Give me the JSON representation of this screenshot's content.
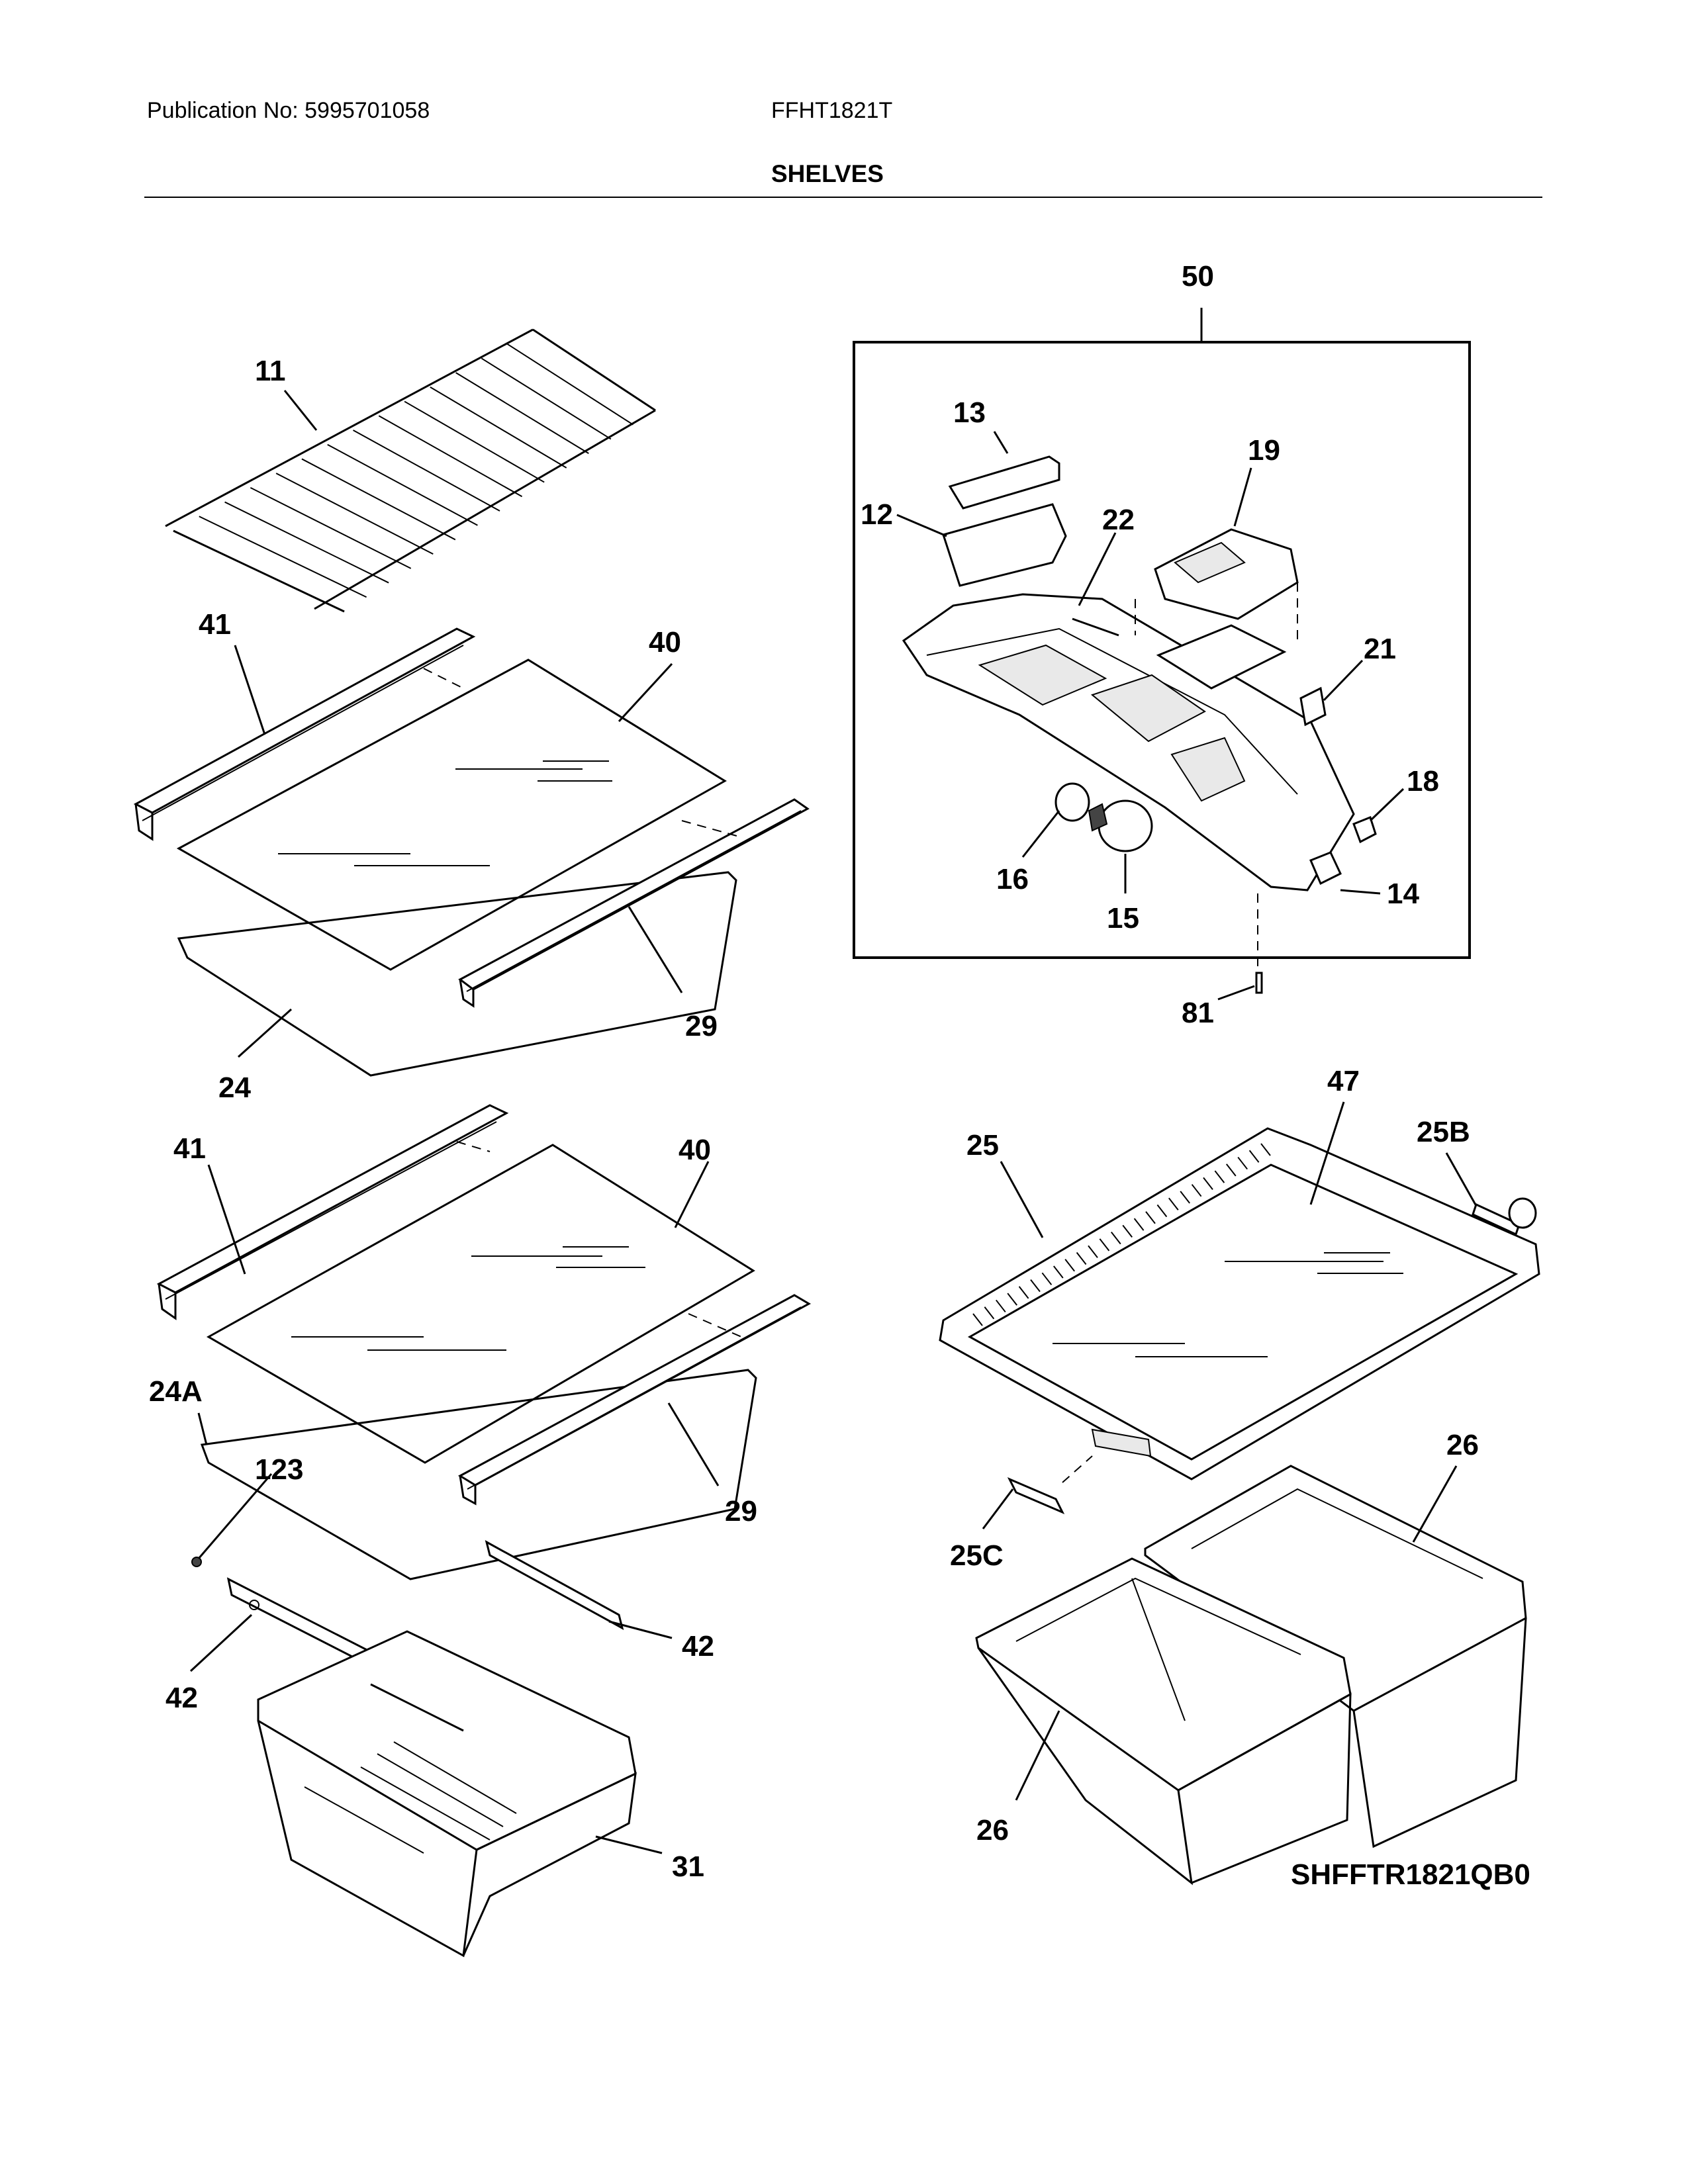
{
  "header": {
    "publication": "Publication No: 5995701058",
    "model": "FFHT1821T",
    "section_title": "SHELVES"
  },
  "diagram": {
    "code": "SHFFTR1821QB0",
    "callouts": {
      "c11": "11",
      "c41a": "41",
      "c40a": "40",
      "c29a": "29",
      "c24": "24",
      "c50": "50",
      "c13": "13",
      "c12": "12",
      "c22": "22",
      "c19": "19",
      "c21": "21",
      "c18": "18",
      "c16": "16",
      "c15": "15",
      "c14": "14",
      "c81": "81",
      "c41b": "41",
      "c40b": "40",
      "c24A": "24A",
      "c123": "123",
      "c29b": "29",
      "c42a": "42",
      "c42b": "42",
      "c31": "31",
      "c25": "25",
      "c47": "47",
      "c25B": "25B",
      "c26a": "26",
      "c26b": "26",
      "c25C": "25C"
    }
  }
}
